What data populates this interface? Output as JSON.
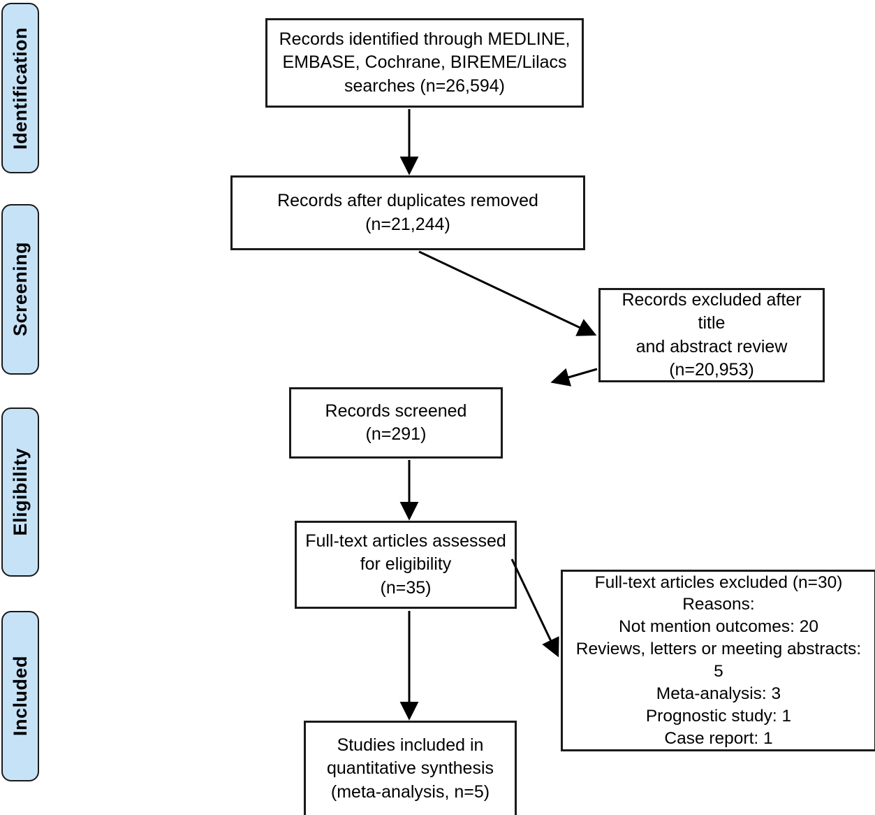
{
  "diagram": {
    "type": "prisma-flow-diagram",
    "stages": [
      {
        "id": "identification",
        "label": "Identification"
      },
      {
        "id": "screening",
        "label": "Screening"
      },
      {
        "id": "eligibility",
        "label": "Eligibility"
      },
      {
        "id": "included",
        "label": "Included"
      }
    ],
    "colors": {
      "stage_fill": "#c6e2f7",
      "stage_border": "#1a1a1a",
      "node_fill": "#ffffff",
      "node_border": "#1a1a1a",
      "arrow": "#000000",
      "text": "#000000"
    },
    "nodes": [
      {
        "id": "records-identified",
        "text": "Records identified through MEDLINE,\nEMBASE, Cochrane, BIREME/Lilacs\nsearches (n=26,594)",
        "count": 26594
      },
      {
        "id": "records-after-duplicates",
        "text": "Records after duplicates removed\n(n=21,244)",
        "count": 21244
      },
      {
        "id": "records-excluded-title-abstract",
        "text": "Records excluded after title\nand abstract review\n(n=20,953)",
        "count": 20953
      },
      {
        "id": "records-screened",
        "text": "Records screened\n(n=291)",
        "count": 291
      },
      {
        "id": "fulltext-assessed",
        "text": "Full-text articles assessed\nfor eligibility\n(n=35)",
        "count": 35
      },
      {
        "id": "fulltext-excluded",
        "text": "Full-text articles excluded (n=30)\nReasons:\nNot mention outcomes: 20\nReviews, letters or meeting abstracts: 5\nMeta-analysis: 3\nPrognostic study: 1\nCase report: 1",
        "count": 30,
        "reasons": [
          {
            "label": "Not mention outcomes",
            "value": 20
          },
          {
            "label": "Reviews, letters or meeting abstracts",
            "value": 5
          },
          {
            "label": "Meta-analysis",
            "value": 3
          },
          {
            "label": "Prognostic study",
            "value": 1
          },
          {
            "label": "Case report",
            "value": 1
          }
        ]
      },
      {
        "id": "studies-included",
        "text": "Studies included in\nquantitative synthesis\n(meta-analysis, n=5)",
        "count": 5
      }
    ],
    "edges": [
      {
        "from": "records-identified",
        "to": "records-after-duplicates",
        "kind": "vertical"
      },
      {
        "from": "records-after-duplicates",
        "to": "records-excluded-title-abstract",
        "kind": "diagonal"
      },
      {
        "from": "records-excluded-title-abstract",
        "to": "records-screened",
        "kind": "diagonal"
      },
      {
        "from": "records-screened",
        "to": "fulltext-assessed",
        "kind": "vertical"
      },
      {
        "from": "fulltext-assessed",
        "to": "fulltext-excluded",
        "kind": "diagonal"
      },
      {
        "from": "fulltext-assessed",
        "to": "studies-included",
        "kind": "vertical"
      }
    ]
  }
}
